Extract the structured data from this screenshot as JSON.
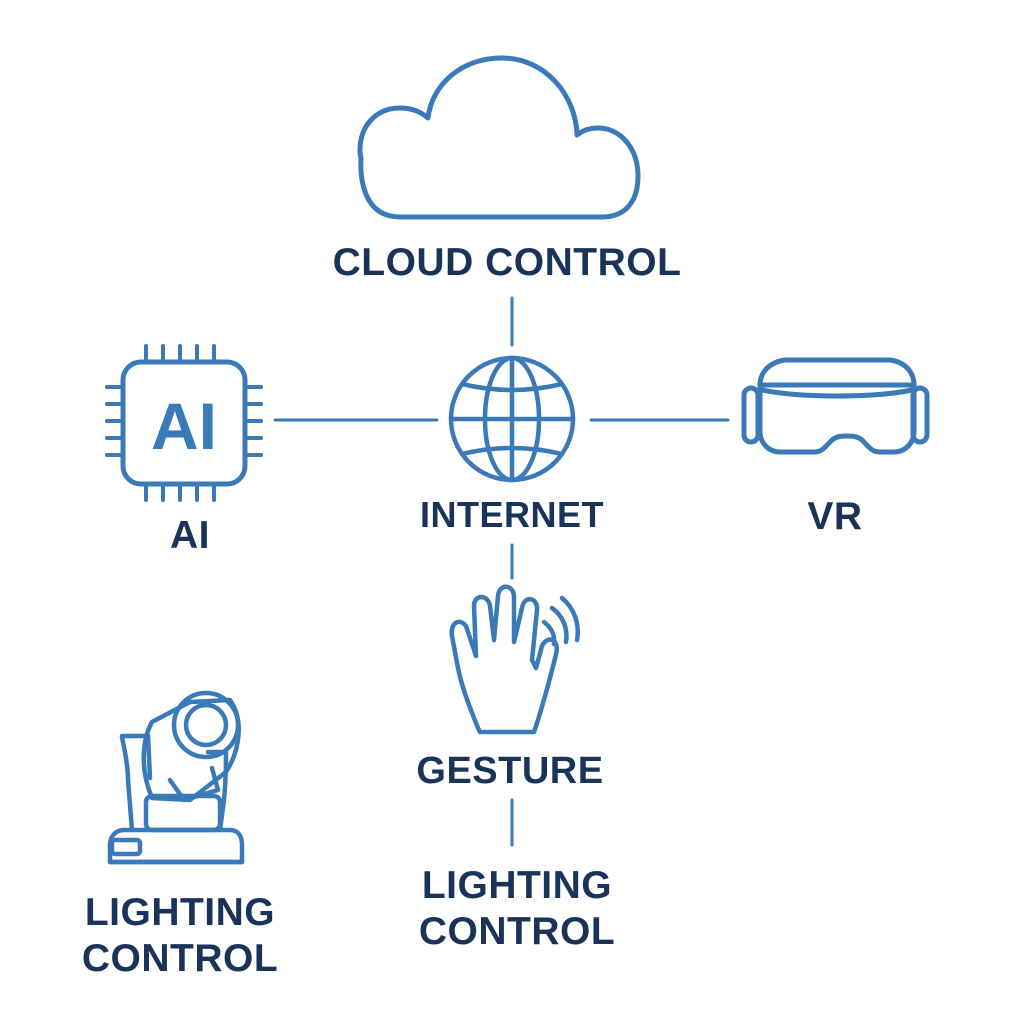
{
  "colors": {
    "icon_stroke": "#3a7ab8",
    "label_text": "#1a3358",
    "background": "#ffffff"
  },
  "nodes": {
    "cloud": {
      "label": "CLOUD CONTROL",
      "icon": "cloud-icon"
    },
    "internet": {
      "label": "INTERNET",
      "icon": "globe-icon"
    },
    "ai": {
      "label": "AI",
      "icon": "ai-chip-icon",
      "chip_text": "AI"
    },
    "vr": {
      "label": "VR",
      "icon": "vr-headset-icon"
    },
    "gesture": {
      "label": "GESTURE",
      "icon": "waving-hand-icon"
    },
    "lighting_left": {
      "label_line1": "LIGHTING",
      "label_line2": "CONTROL",
      "icon": "moving-head-light-icon"
    },
    "lighting_center": {
      "label_line1": "LIGHTING",
      "label_line2": "CONTROL"
    }
  }
}
